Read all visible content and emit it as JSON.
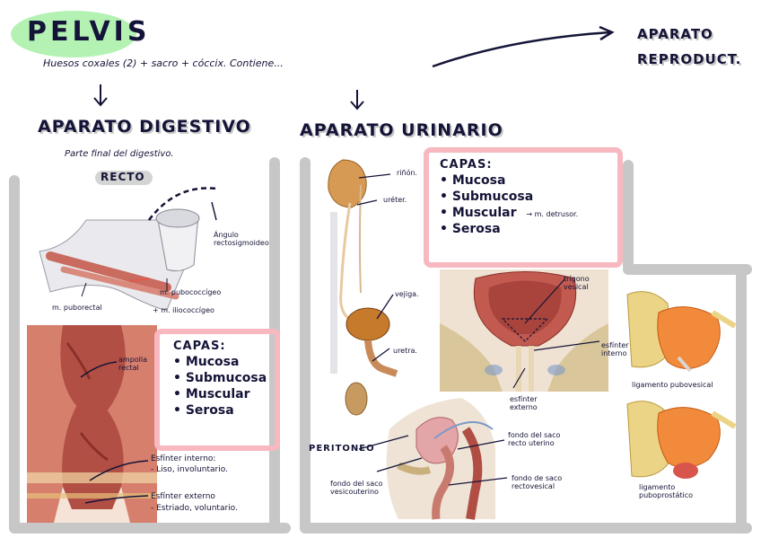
{
  "header": {
    "title": "PELVIS",
    "subtitle": "Huesos coxales (2) + sacro + cóccix.  Contiene...",
    "right_title_line1": "APARATO",
    "right_title_line2": "REPRODUCT."
  },
  "digestivo": {
    "heading": "APARATO DIGESTIVO",
    "note": "Parte final del digestivo.",
    "recto_label": "RECTO",
    "labels": {
      "angulo_line1": "Ángulo",
      "angulo_line2": "rectosigmoideo",
      "pubococcigeo": "m. pubococcígeo",
      "puborectal": "m. puborectal",
      "iliococcigeo": "+ m. iliococcígeo",
      "ampolla_line1": "ampolla",
      "ampolla_line2": "rectal",
      "esf_interno_line1": "Esfínter interno:",
      "esf_interno_line2": "- Liso, involuntario.",
      "esf_externo_line1": "Esfínter externo",
      "esf_externo_line2": "- Estriado, voluntario."
    },
    "capas": {
      "title": "CAPAS:",
      "items": [
        "• Mucosa",
        "• Submucosa",
        "• Muscular",
        "• Serosa"
      ]
    }
  },
  "urinario": {
    "heading": "APARATO URINARIO",
    "labels": {
      "rinon": "riñón.",
      "ureter": "uréter.",
      "vejiga": "vejiga.",
      "uretra": "uretra.",
      "trigono_line1": "trígono",
      "trigono_line2": "vesical",
      "esf_interno_line1": "esfínter",
      "esf_interno_line2": "interno",
      "esf_externo_line1": "esfínter",
      "esf_externo_line2": "externo",
      "peritoneo": "PERITONEO",
      "fondo_recto_uterino_line1": "fondo del saco",
      "fondo_recto_uterino_line2": "recto uterino",
      "fondo_vesico_line1": "fondo del saco",
      "fondo_vesico_line2": "vesicouterino",
      "fondo_rectovesical_line1": "fondo de saco",
      "fondo_rectovesical_line2": "rectovesical",
      "lig_pubovesical": "ligamento pubovesical",
      "lig_puboprostatico_line1": "ligamento",
      "lig_puboprostatico_line2": "puboprostático"
    },
    "capas": {
      "title": "CAPAS:",
      "items": [
        "• Mucosa",
        "• Submucosa",
        "• Muscular",
        "• Serosa"
      ],
      "muscular_note": "→ m. detrusor."
    }
  },
  "colors": {
    "highlight_green": "#a6f0a6",
    "pink_box": "#f7b8c0",
    "gray_bar": "#c7c7c7",
    "ink": "#141438",
    "tissue": "#c96b5e",
    "bladder_orange": "#f28a3c",
    "bone": "#e8cf8a"
  }
}
